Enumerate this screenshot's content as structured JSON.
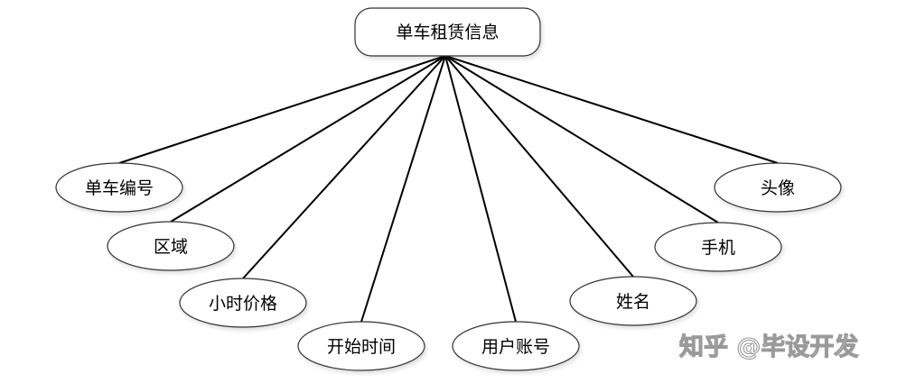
{
  "entity": "单车租赁信息",
  "attributes": [
    "单车编号",
    "区域",
    "小时价格",
    "开始时间",
    "用户账号",
    "姓名",
    "手机",
    "头像"
  ],
  "watermark": "知乎 @毕设开发"
}
